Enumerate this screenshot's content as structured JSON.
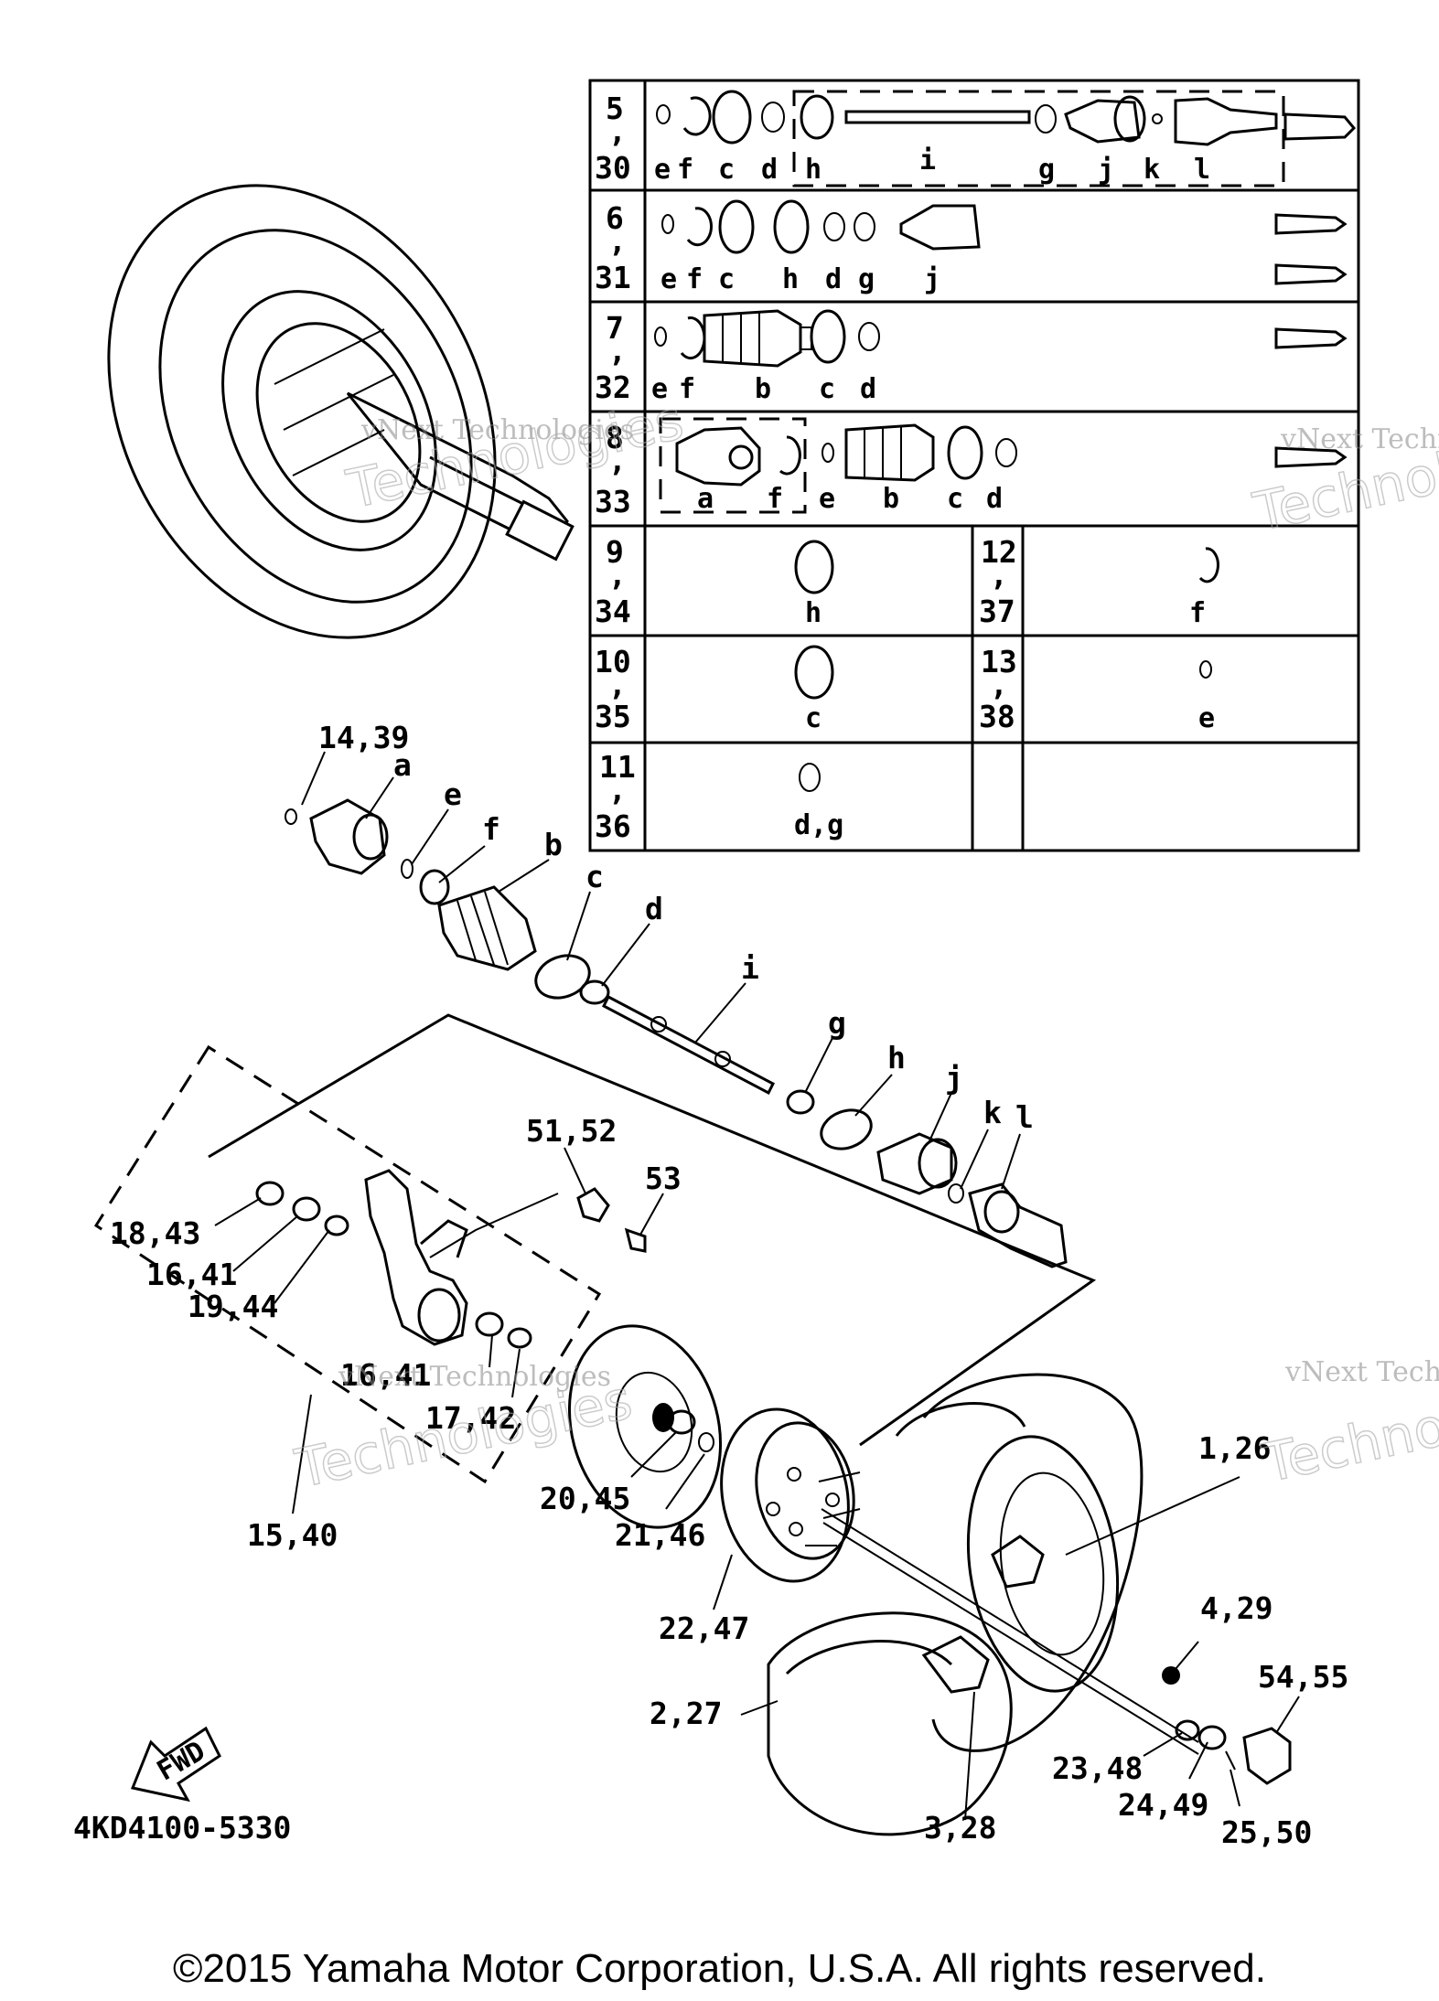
{
  "diagram_code": "4KD4100-5330",
  "copyright": "©2015 Yamaha Motor Corporation, U.S.A. All rights reserved.",
  "watermark": {
    "line1": "vNext Technologies",
    "line2": "Technologies",
    "line3": "vNext"
  },
  "table": {
    "rows": [
      {
        "ref_top": "5",
        "ref_sep": ",",
        "ref_bottom": "30",
        "letters": [
          "e",
          "f",
          "c",
          "d",
          "h",
          "i",
          "g",
          "j",
          "k",
          "l"
        ]
      },
      {
        "ref_top": "6",
        "ref_sep": ",",
        "ref_bottom": "31",
        "letters": [
          "e",
          "f",
          "c",
          "h",
          "d",
          "g",
          "j"
        ]
      },
      {
        "ref_top": "7",
        "ref_sep": ",",
        "ref_bottom": "32",
        "letters": [
          "e",
          "f",
          "b",
          "c",
          "d"
        ]
      },
      {
        "ref_top": "8",
        "ref_sep": ",",
        "ref_bottom": "33",
        "letters": [
          "a",
          "f",
          "e",
          "b",
          "c",
          "d"
        ]
      },
      {
        "ref_top": "9",
        "ref_sep": ",",
        "ref_bottom": "34",
        "letters": [
          "h"
        ]
      },
      {
        "ref_top": "12",
        "ref_sep": ",",
        "ref_bottom": "37",
        "letters": [
          "f"
        ]
      },
      {
        "ref_top": "10",
        "ref_sep": ",",
        "ref_bottom": "35",
        "letters": [
          "c"
        ]
      },
      {
        "ref_top": "13",
        "ref_sep": ",",
        "ref_bottom": "38",
        "letters": [
          "e"
        ]
      },
      {
        "ref_top": "11",
        "ref_sep": ",",
        "ref_bottom": "36",
        "letters": [
          "d,g"
        ]
      }
    ]
  },
  "callouts": {
    "c14": "14,39",
    "ca": "a",
    "ce": "e",
    "cf": "f",
    "cb": "b",
    "cc": "c",
    "cd": "d",
    "ci": "i",
    "cg": "g",
    "ch": "h",
    "cj": "j",
    "ck": "k",
    "cl": "l",
    "c51": "51,52",
    "c53": "53",
    "c18": "18,43",
    "c16": "16,41",
    "c19": "19,44",
    "c16b": "16,41",
    "c17": "17,42",
    "c15": "15,40",
    "c20": "20,45",
    "c21": "21,46",
    "c22": "22,47",
    "c1": "1,26",
    "c4": "4,29",
    "c54": "54,55",
    "c2": "2,27",
    "c23": "23,48",
    "c24": "24,49",
    "c25": "25,50",
    "c3": "3,28"
  },
  "fwd_label": "FWD"
}
